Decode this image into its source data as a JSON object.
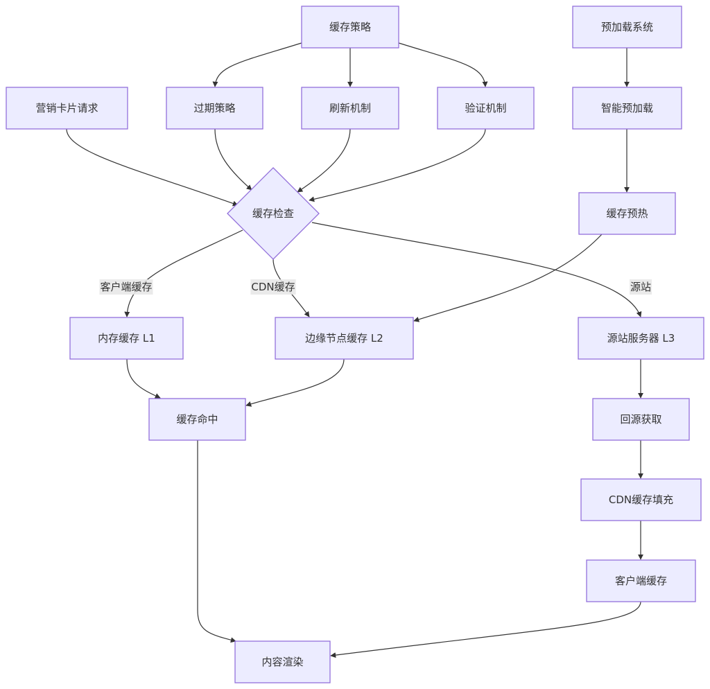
{
  "diagram": {
    "type": "flowchart",
    "colors": {
      "node_fill": "#ECECFF",
      "node_stroke": "#9370DB",
      "edge": "#333333",
      "text": "#333333",
      "edge_label_bg": "#E8E8E8"
    },
    "nodes": [
      {
        "id": "strategy",
        "label": "缓存策略",
        "shape": "rect"
      },
      {
        "id": "preload_sys",
        "label": "预加载系统",
        "shape": "rect"
      },
      {
        "id": "request",
        "label": "营销卡片请求",
        "shape": "rect"
      },
      {
        "id": "expire",
        "label": "过期策略",
        "shape": "rect"
      },
      {
        "id": "refresh",
        "label": "刷新机制",
        "shape": "rect"
      },
      {
        "id": "verify",
        "label": "验证机制",
        "shape": "rect"
      },
      {
        "id": "smart_preload",
        "label": "智能预加载",
        "shape": "rect"
      },
      {
        "id": "check",
        "label": "缓存检查",
        "shape": "diamond"
      },
      {
        "id": "warmup",
        "label": "缓存预热",
        "shape": "rect"
      },
      {
        "id": "l1",
        "label": "内存缓存 L1",
        "shape": "rect"
      },
      {
        "id": "l2",
        "label": "边缘节点缓存 L2",
        "shape": "rect"
      },
      {
        "id": "l3",
        "label": "源站服务器 L3",
        "shape": "rect"
      },
      {
        "id": "hit",
        "label": "缓存命中",
        "shape": "rect"
      },
      {
        "id": "fetch",
        "label": "回源获取",
        "shape": "rect"
      },
      {
        "id": "cdn_fill",
        "label": "CDN缓存填充",
        "shape": "rect"
      },
      {
        "id": "client_cache",
        "label": "客户端缓存",
        "shape": "rect"
      },
      {
        "id": "render",
        "label": "内容渲染",
        "shape": "rect"
      }
    ],
    "edges": [
      {
        "from": "strategy",
        "to": "expire",
        "label": ""
      },
      {
        "from": "strategy",
        "to": "refresh",
        "label": ""
      },
      {
        "from": "strategy",
        "to": "verify",
        "label": ""
      },
      {
        "from": "preload_sys",
        "to": "smart_preload",
        "label": ""
      },
      {
        "from": "request",
        "to": "check",
        "label": ""
      },
      {
        "from": "expire",
        "to": "check",
        "label": ""
      },
      {
        "from": "refresh",
        "to": "check",
        "label": ""
      },
      {
        "from": "verify",
        "to": "check",
        "label": ""
      },
      {
        "from": "smart_preload",
        "to": "warmup",
        "label": ""
      },
      {
        "from": "check",
        "to": "l1",
        "label": "客户端缓存"
      },
      {
        "from": "check",
        "to": "l2",
        "label": "CDN缓存"
      },
      {
        "from": "check",
        "to": "l3",
        "label": "源站"
      },
      {
        "from": "warmup",
        "to": "l2",
        "label": ""
      },
      {
        "from": "l1",
        "to": "hit",
        "label": ""
      },
      {
        "from": "l2",
        "to": "hit",
        "label": ""
      },
      {
        "from": "l3",
        "to": "fetch",
        "label": ""
      },
      {
        "from": "fetch",
        "to": "cdn_fill",
        "label": ""
      },
      {
        "from": "cdn_fill",
        "to": "client_cache",
        "label": ""
      },
      {
        "from": "hit",
        "to": "render",
        "label": ""
      },
      {
        "from": "client_cache",
        "to": "render",
        "label": ""
      }
    ]
  }
}
